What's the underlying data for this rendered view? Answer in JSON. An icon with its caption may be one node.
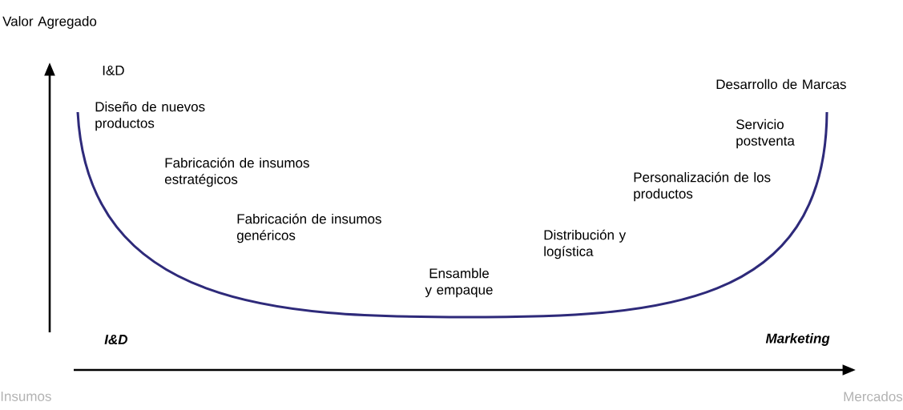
{
  "diagram": {
    "labels": [
      "Valor Agregado",
      "I&D",
      "Diseño de nuevos productos",
      "Fabricación de insumos estratégicos",
      "Fabricación de insumos genéricos",
      "Ensamble y empaque",
      "Distribución y logística",
      "Personalización de los productos",
      "Servicio postventa",
      "Desarrollo de Marcas",
      "I&D",
      "Marketing",
      "Insumos",
      "Mercados"
    ]
  }
}
